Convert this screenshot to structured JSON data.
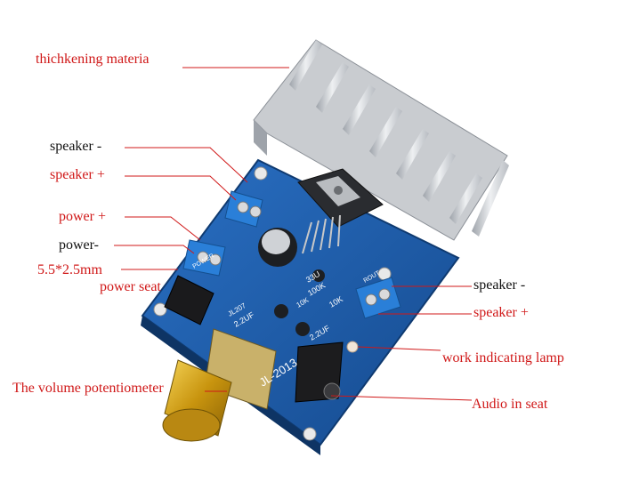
{
  "labels": {
    "thickening": "thichkening materia",
    "speaker_minus_left": "speaker -",
    "speaker_plus_left": "speaker +",
    "power_plus": "power +",
    "power_minus": "power-",
    "dc_size": "5.5*2.5mm",
    "power_seat": "power seat",
    "volume_pot": "The volume potentiometer",
    "speaker_minus_right": "speaker -",
    "speaker_plus_right": "speaker +",
    "work_lamp": "work indicating lamp",
    "audio_in": "Audio in seat"
  },
  "board": {
    "silkscreen": [
      "JL-2013",
      "2.2UF",
      "2.2UF",
      "100K",
      "10K",
      "33U",
      "10K",
      "JL207",
      "ROUT",
      "POWER"
    ]
  },
  "colors": {
    "label_red": "#d01818",
    "label_black": "#111111",
    "pcb_blue": "#1f5fae",
    "terminal_blue": "#2a7fd8",
    "heatsink_silver": "#c9ccd0",
    "knob_gold": "#d6a81c"
  }
}
